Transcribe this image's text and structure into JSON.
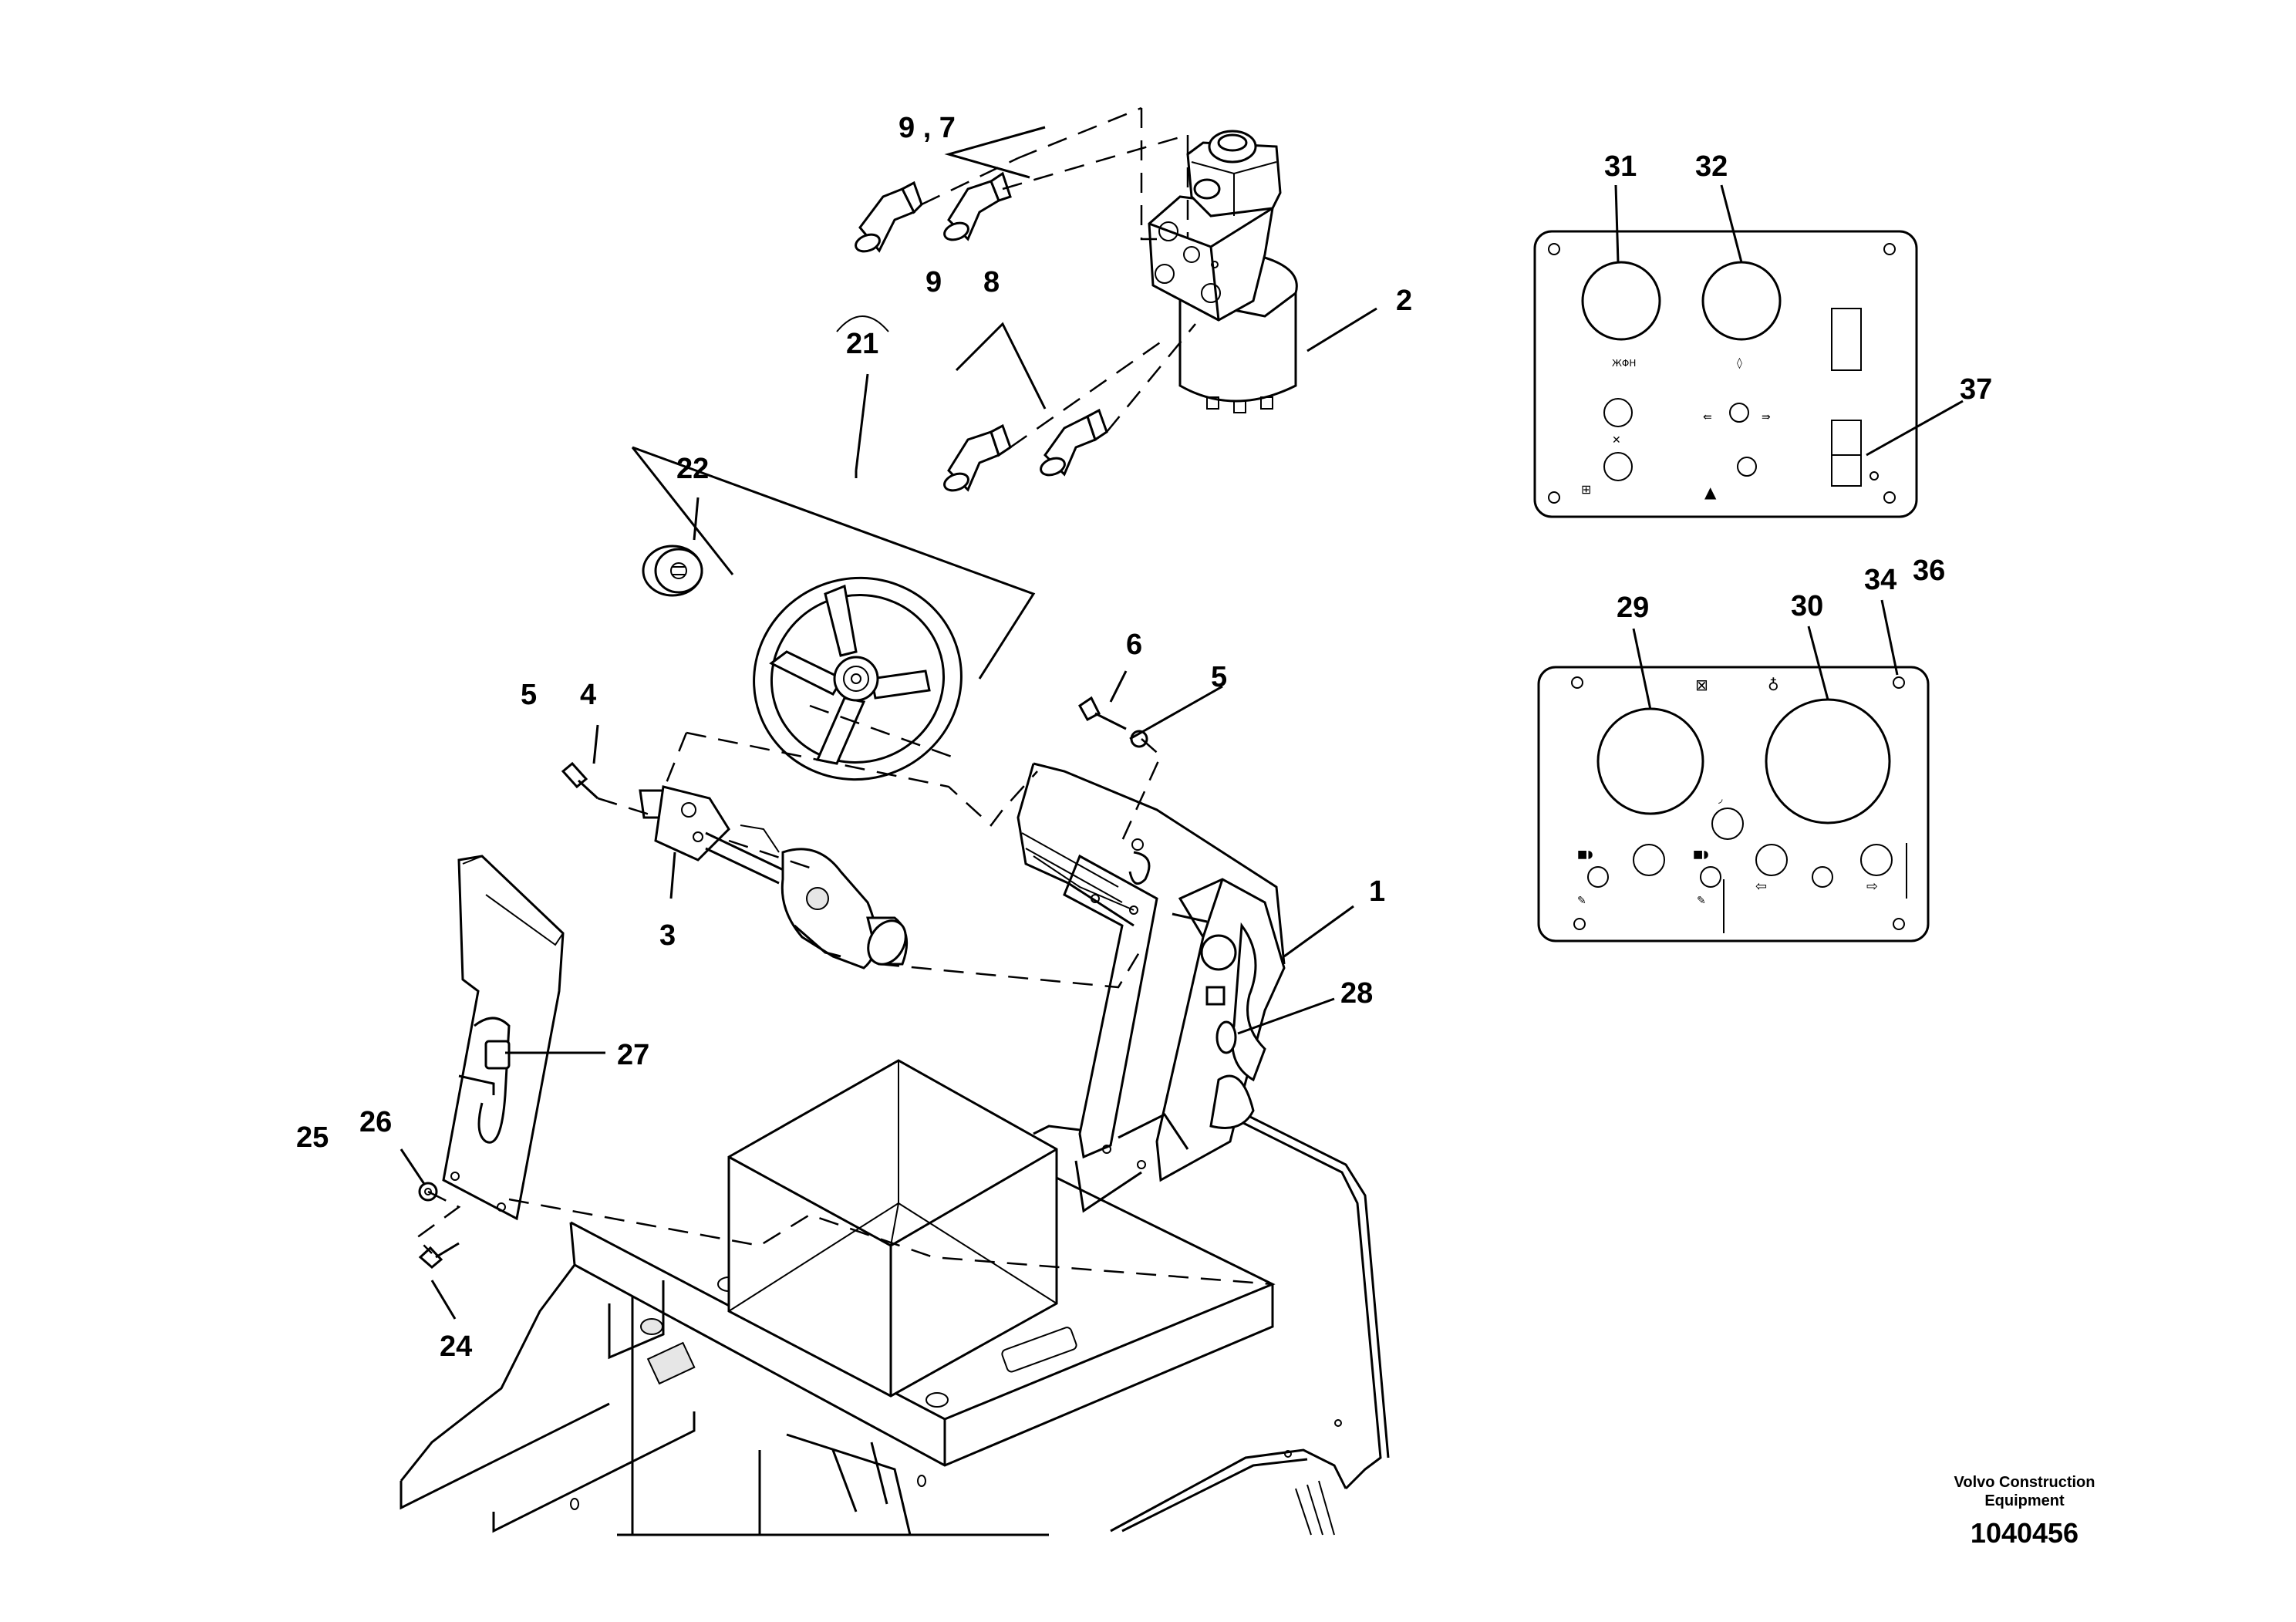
{
  "callouts": [
    {
      "id": "c9_7",
      "text": "9 , 7"
    },
    {
      "id": "c9b",
      "text": "9"
    },
    {
      "id": "c8",
      "text": "8"
    },
    {
      "id": "c2",
      "text": "2"
    },
    {
      "id": "c21",
      "text": "21"
    },
    {
      "id": "c22",
      "text": "22"
    },
    {
      "id": "c6",
      "text": "6"
    },
    {
      "id": "c5a",
      "text": "5"
    },
    {
      "id": "c5b",
      "text": "5"
    },
    {
      "id": "c4",
      "text": "4"
    },
    {
      "id": "c3",
      "text": "3"
    },
    {
      "id": "c1",
      "text": "1"
    },
    {
      "id": "c27",
      "text": "27"
    },
    {
      "id": "c28",
      "text": "28"
    },
    {
      "id": "c25",
      "text": "25"
    },
    {
      "id": "c26",
      "text": "26"
    },
    {
      "id": "c24",
      "text": "24"
    },
    {
      "id": "c31",
      "text": "31"
    },
    {
      "id": "c32",
      "text": "32"
    },
    {
      "id": "c37",
      "text": "37"
    },
    {
      "id": "c29",
      "text": "29"
    },
    {
      "id": "c30",
      "text": "30"
    },
    {
      "id": "c34",
      "text": "34"
    },
    {
      "id": "c36",
      "text": "36"
    }
  ],
  "footer": {
    "brand_line1": "Volvo Construction",
    "brand_line2": "Equipment",
    "drawing_number": "1040456"
  }
}
